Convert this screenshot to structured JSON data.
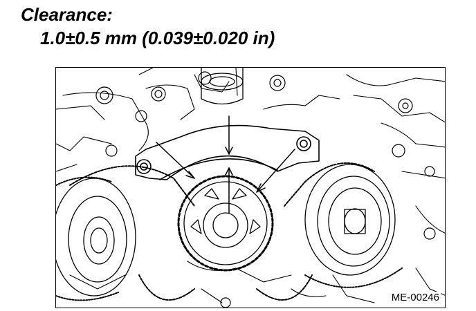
{
  "heading": "Clearance:",
  "spec": "1.0±0.5 mm (0.039±0.020 in)",
  "figure": {
    "code": "ME-00246"
  }
}
